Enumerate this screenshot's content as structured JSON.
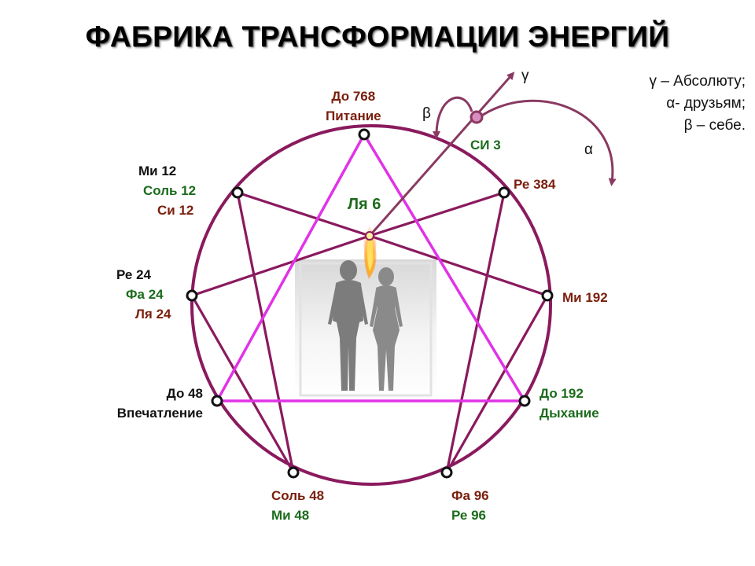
{
  "title": "ФАБРИКА ТРАНСФОРМАЦИИ ЭНЕРГИЙ",
  "legend": [
    "γ – Абсолюту;",
    "α- друзьям;",
    "β – себе."
  ],
  "greek": {
    "gamma": "γ",
    "beta": "β",
    "alpha": "α"
  },
  "colors": {
    "circle": "#8a1a5e",
    "triangle": "#e033e6",
    "arrow": "#8a3a62",
    "brown": "#7a1e0c",
    "green": "#1c6b1c"
  },
  "center_label": "Ля 6",
  "si_label": "СИ 3",
  "nodes": {
    "top": [
      "До 768",
      "Питание"
    ],
    "upper_left": [
      "Ми 12",
      "Соль 12",
      "Си 12"
    ],
    "upper_right": [
      "Ре 384"
    ],
    "mid_left": [
      "Ре 24",
      "Фа 24",
      "Ля 24"
    ],
    "mid_right": [
      "Ми 192"
    ],
    "low_left": [
      "До 48",
      "Впечатление"
    ],
    "low_right": [
      "До 192",
      "Дыхание"
    ],
    "bottom_left": [
      "Соль 48",
      "Ми 48"
    ],
    "bottom_right": [
      "Фа 96",
      "Ре 96"
    ]
  }
}
